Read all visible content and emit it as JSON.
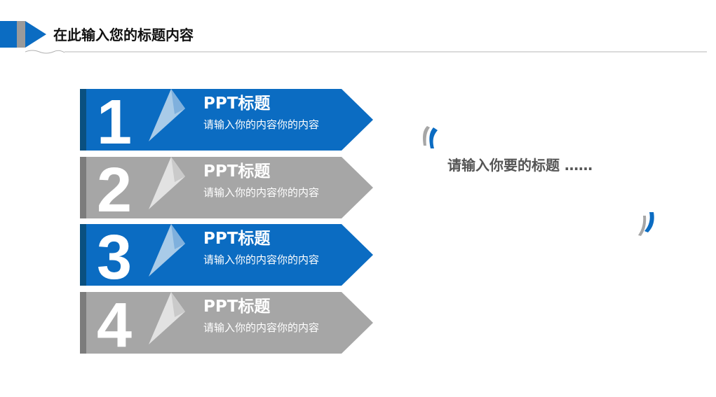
{
  "header": {
    "title": "在此输入您的标题内容"
  },
  "steps": [
    {
      "number": "1",
      "title": "PPT标题",
      "description": "请输入你的内容你的内容",
      "theme": "blue"
    },
    {
      "number": "2",
      "title": "PPT标题",
      "description": "请输入你的内容你的内容",
      "theme": "gray"
    },
    {
      "number": "3",
      "title": "PPT标题",
      "description": "请输入你的内容你的内容",
      "theme": "blue"
    },
    {
      "number": "4",
      "title": "PPT标题",
      "description": "请输入你的内容你的内容",
      "theme": "gray"
    }
  ],
  "quote": {
    "heading": "请输入你要的标题 ……"
  },
  "colors": {
    "accent_blue": "#0b6cc2",
    "accent_gray": "#a6a6a6",
    "dark_blue_strip": "#0a5080",
    "dark_gray_strip": "#7c7c7c",
    "text_dark": "#555555"
  },
  "icons": [
    "open-quote-icon",
    "close-quote-icon",
    "folded-corner-icon"
  ]
}
